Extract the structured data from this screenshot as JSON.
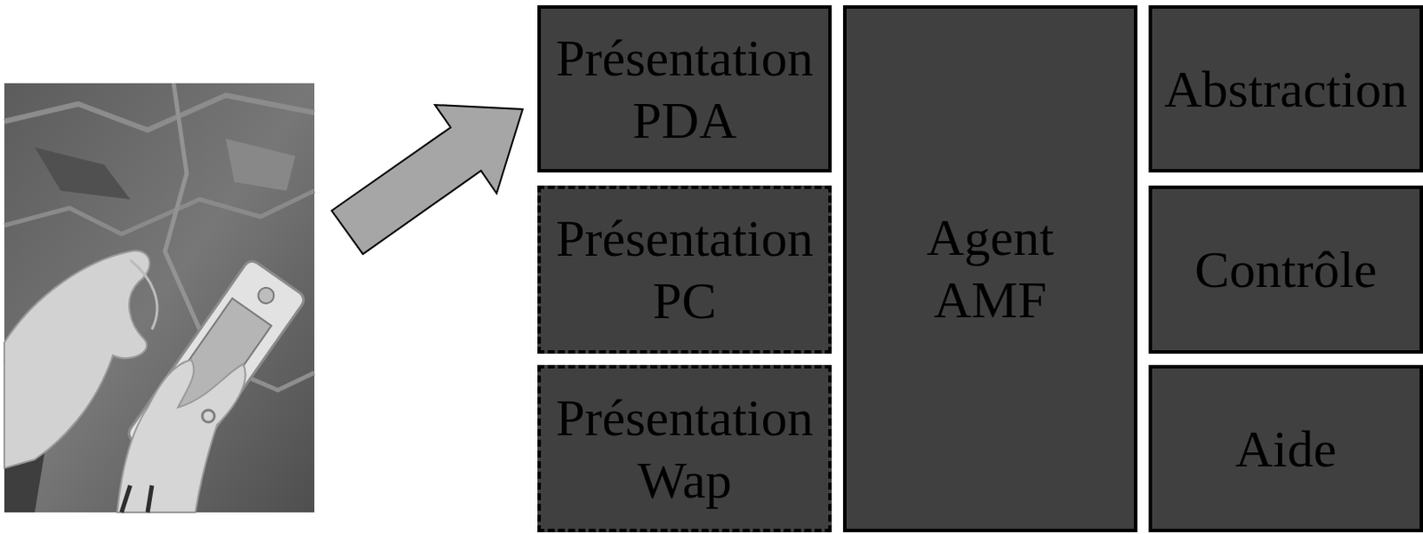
{
  "diagram": {
    "nodes": [
      {
        "text": [
          "Présentation PDA"
        ]
      },
      {
        "text": [
          "Présentation PC"
        ]
      },
      {
        "text": [
          "Présentation Wap"
        ]
      },
      {
        "text": [
          "Agent AMF"
        ]
      },
      {
        "text": [
          "Abstraction"
        ]
      },
      {
        "text": [
          "Contrôle"
        ]
      },
      {
        "text": [
          "Aide"
        ]
      }
    ]
  }
}
